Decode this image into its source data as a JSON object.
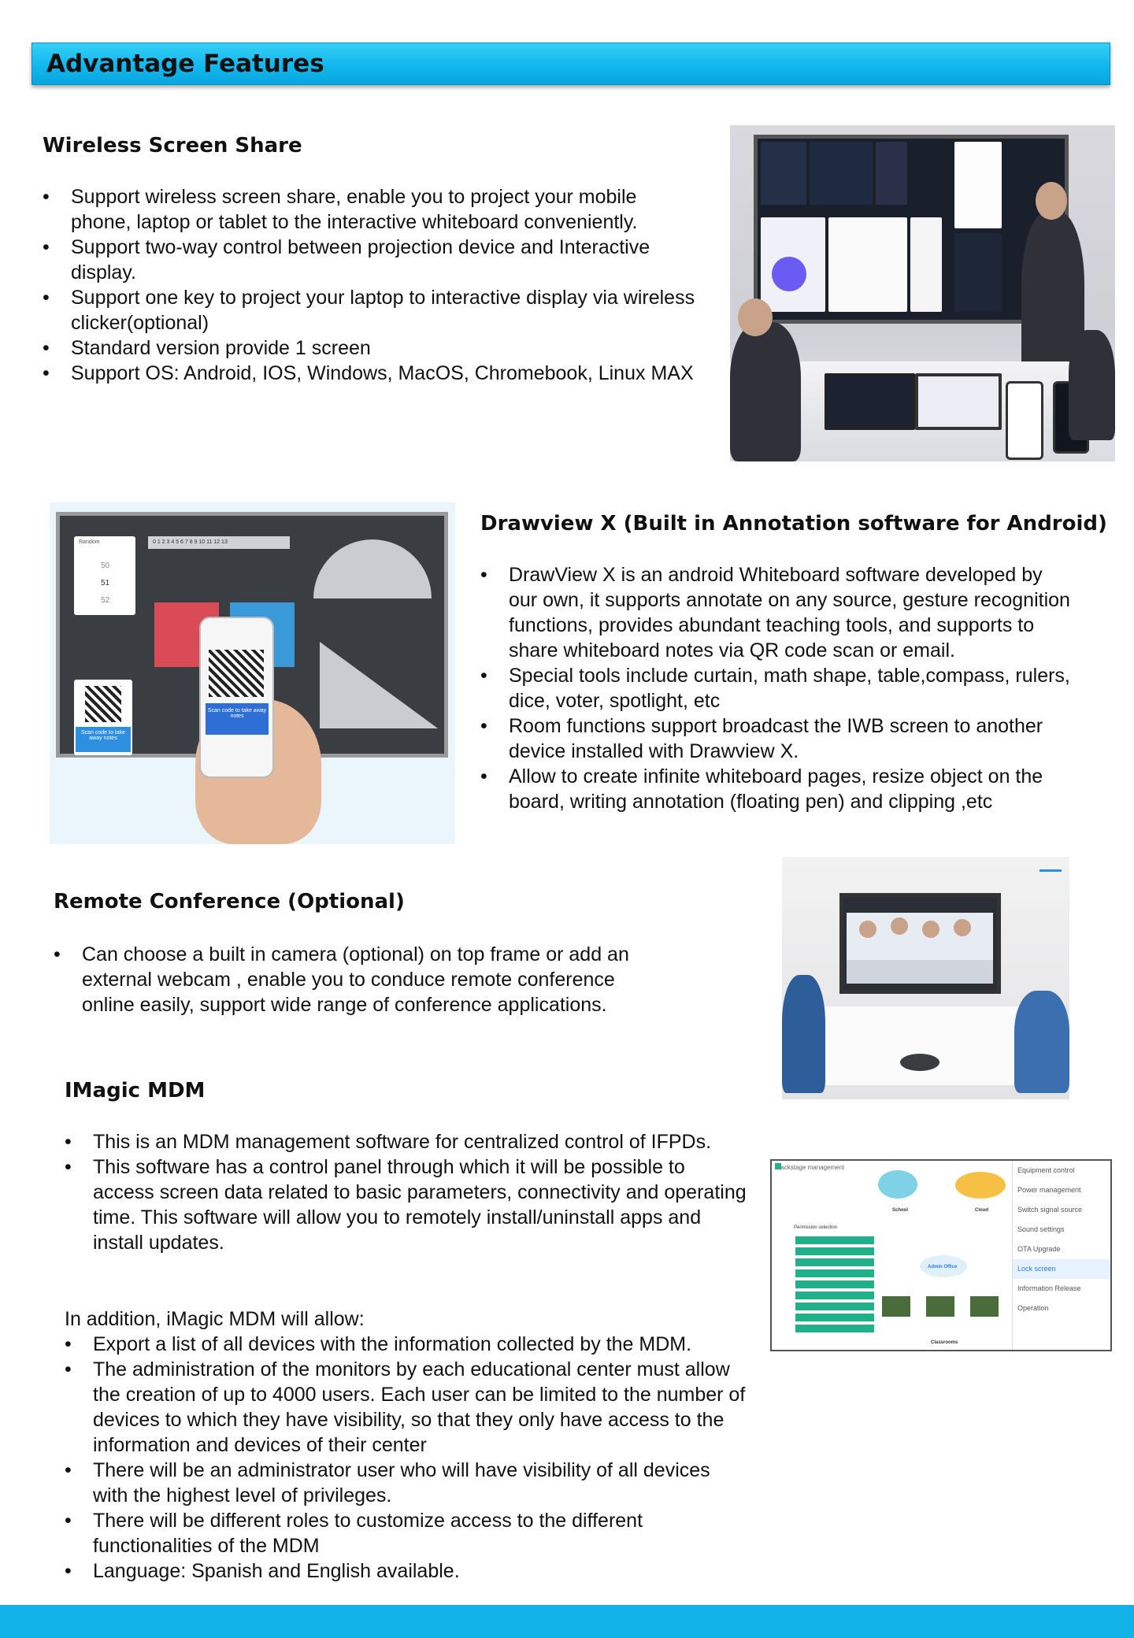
{
  "banner": {
    "title": "Advantage Features"
  },
  "sections": {
    "wireless": {
      "title": "Wireless Screen Share",
      "bullets": [
        "Support wireless screen share, enable you to project your mobile phone, laptop or tablet to the interactive whiteboard conveniently.",
        "Support two-way control between projection device and Interactive display.",
        "Support one key to project your laptop to interactive display via wireless clicker(optional)",
        "Standard version provide 1 screen",
        "Support  OS: Android, IOS, Windows, MacOS, Chromebook, Linux MAX"
      ]
    },
    "drawview": {
      "title": "Drawview X (Built in Annotation software for Android)",
      "bullets": [
        "DrawView X is an android Whiteboard software developed by our own, it supports annotate on any source, gesture recognition functions, provides abundant teaching tools, and supports to share whiteboard notes via QR code scan or email.",
        "Special tools include curtain, math shape, table,compass, rulers, dice, voter, spotlight, etc",
        "Room functions support broadcast the IWB screen to another device installed with Drawview X.",
        "Allow to create infinite whiteboard pages,  resize object on the board, writing annotation (floating pen) and clipping ,etc"
      ]
    },
    "conference": {
      "title": "Remote Conference (Optional)",
      "bullets": [
        "Can choose a built in camera (optional) on top frame or add an external webcam , enable you to conduce remote conference online easily, support wide range of conference applications."
      ]
    },
    "mdm": {
      "title": "IMagic MDM",
      "bullets": [
        "This is an MDM management software for centralized control of IFPDs.",
        "This software has a control panel through which it will be possible to access screen data related to basic parameters, connectivity and operating time. This software will allow you to remotely install/uninstall apps and install updates."
      ],
      "intro": "In addition, iMagic MDM will allow:",
      "bullets2": [
        "Export a list of all devices with the information collected by the MDM.",
        "The administration of the monitors by each educational center must allow the creation of up to 4000 users. Each user can be limited to the number of devices to which they have visibility, so that they only have access to the information and devices of their center",
        "There will be an administrator user who will have visibility of all devices with the highest level of privileges.",
        "There will be different roles to customize access to the different functionalities of the MDM",
        "Language: Spanish and English available."
      ]
    }
  },
  "images": {
    "drawview_screen": {
      "ruler": "0 1 2 3 4 5 6 7 8 9 10 11 12 13",
      "random_title": "Random",
      "random_numbers": [
        "50",
        "51",
        "52"
      ],
      "qr_caption": "Scan code to take away notes",
      "phone_caption": "Scan code to take away notes"
    },
    "mdm_diagram": {
      "header": "Backstage management",
      "permission_label": "Permission selection",
      "nodes": [
        "School",
        "Cloud",
        "Admin Office",
        "Classrooms"
      ],
      "menu": [
        "Equipment control",
        "Power management",
        "Switch signal source",
        "Sound settings",
        "OTA Upgrade",
        "Lock screen",
        "Information Release",
        "Operation"
      ],
      "active_menu": "Lock screen"
    }
  },
  "colors": {
    "banner": "#12b7ee",
    "footer": "#12b3e8",
    "accent_green": "#22b08a"
  }
}
